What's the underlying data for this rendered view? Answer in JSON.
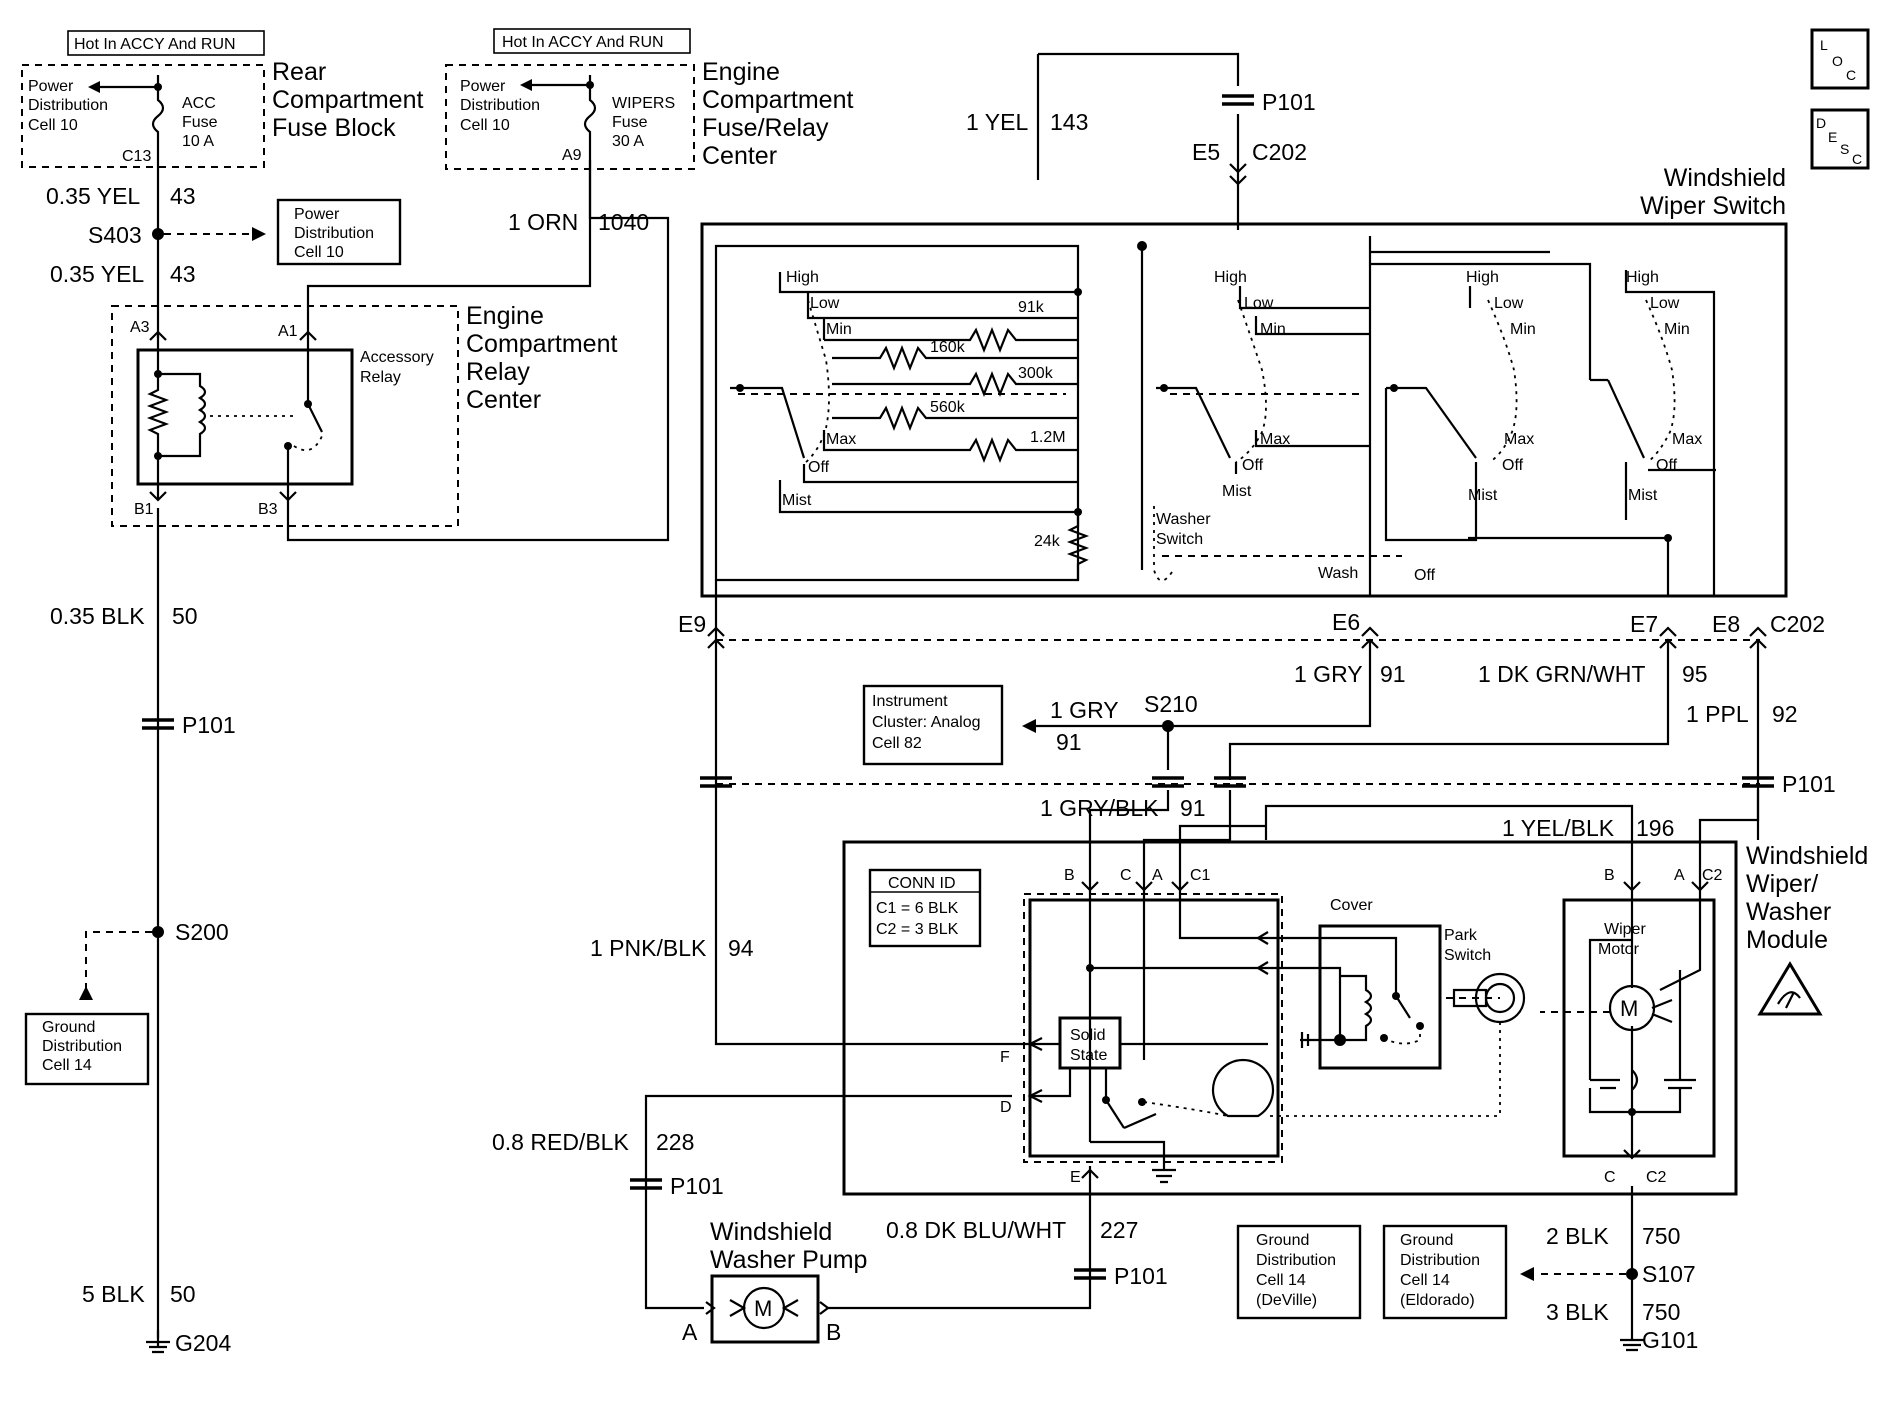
{
  "hot_labels": {
    "rear": "Hot In ACCY And RUN",
    "engine": "Hot In ACCY And RUN"
  },
  "rear_fuse_block": {
    "title": [
      "Rear",
      "Compartment",
      "Fuse Block"
    ],
    "pd_ref": [
      "Power",
      "Distribution",
      "Cell 10"
    ],
    "fuse": [
      "ACC",
      "Fuse",
      "10 A"
    ],
    "pin": "C13"
  },
  "engine_fuse_center": {
    "title": [
      "Engine",
      "Compartment",
      "Fuse/Relay",
      "Center"
    ],
    "pd_ref": [
      "Power",
      "Distribution",
      "Cell 10"
    ],
    "fuse": [
      "WIPERS",
      "Fuse",
      "30 A"
    ],
    "pin": "A9"
  },
  "relay_center": {
    "title": [
      "Engine",
      "Compartment",
      "Relay",
      "Center"
    ],
    "relay": [
      "Accessory",
      "Relay"
    ],
    "pins": {
      "a3": "A3",
      "a1": "A1",
      "b1": "B1",
      "b3": "B3"
    }
  },
  "power_dist_box": [
    "Power",
    "Distribution",
    "Cell 10"
  ],
  "wires": {
    "w43a": "0.35 YEL",
    "c43a": "43",
    "w43b": "0.35 YEL",
    "c43b": "43",
    "w1040": "1 ORN",
    "c1040": "1040",
    "w143": "1 YEL",
    "c143": "143",
    "w50a": "0.35 BLK",
    "c50a": "50",
    "w50b": "5 BLK",
    "c50b": "50",
    "w91a": "1 GRY",
    "c91a": "91",
    "w91b": "1 GRY",
    "c91b": "91",
    "w95": "1 DK GRN/WHT",
    "c95": "95",
    "w92": "1 PPL",
    "c92": "92",
    "w91c": "1 GRY/BLK",
    "c91c": "91",
    "w196": "1 YEL/BLK",
    "c196": "196",
    "w94": "1 PNK/BLK",
    "c94": "94",
    "w228": "0.8 RED/BLK",
    "c228": "228",
    "w227": "0.8 DK BLU/WHT",
    "c227": "227",
    "w750a": "2 BLK",
    "c750a": "750",
    "w750b": "3 BLK",
    "c750b": "750"
  },
  "splices": {
    "s403": "S403",
    "s200": "S200",
    "s210": "S210",
    "s107": "S107"
  },
  "grounds": {
    "g204": "G204",
    "g101": "G101"
  },
  "connectors": {
    "p101": "P101",
    "c202": "C202",
    "e5": "E5",
    "e6": "E6",
    "e7": "E7",
    "e8": "E8",
    "e9": "E9"
  },
  "wiper_switch": {
    "title": [
      "Windshield",
      "Wiper Switch"
    ],
    "positions": {
      "high": "High",
      "low": "Low",
      "min": "Min",
      "max": "Max",
      "off": "Off",
      "mist": "Mist"
    },
    "resistors": {
      "r91": "91k",
      "r160": "160k",
      "r300": "300k",
      "r560": "560k",
      "r1_2": "1.2M",
      "r24": "24k"
    },
    "washer": [
      "Washer",
      "Switch"
    ],
    "wash": "Wash",
    "wash_off": "Off"
  },
  "instrument_cluster": [
    "Instrument",
    "Cluster: Analog",
    "Cell 82"
  ],
  "ground_dist_left": [
    "Ground",
    "Distribution",
    "Cell 14"
  ],
  "module": {
    "title": [
      "Windshield",
      "Wiper/",
      "Washer",
      "Module"
    ],
    "conn_id": {
      "title": "CONN ID",
      "c1": "C1 = 6 BLK",
      "c2": "C2 = 3 BLK"
    },
    "cover": "Cover",
    "park": [
      "Park",
      "Switch"
    ],
    "solid_state": [
      "Solid",
      "State"
    ],
    "wiper_motor": [
      "Wiper",
      "Motor"
    ],
    "motor_symbol": "M",
    "pins": {
      "b": "B",
      "c": "C",
      "a": "A",
      "c1": "C1",
      "f": "F",
      "d": "D",
      "e": "E",
      "b2": "B",
      "a2": "A",
      "c2": "C2",
      "c_low": "C",
      "c2_low": "C2"
    }
  },
  "washer_pump": {
    "title": [
      "Windshield",
      "Washer Pump"
    ],
    "symbol": "M",
    "pin_a": "A",
    "pin_b": "B"
  },
  "ground_dist_deville": [
    "Ground",
    "Distribution",
    "Cell 14",
    "(DeVille)"
  ],
  "ground_dist_eldorado": [
    "Ground",
    "Distribution",
    "Cell 14",
    "(Eldorado)"
  ],
  "corner_icons": {
    "loc": "LOC",
    "desc": "DESC"
  }
}
